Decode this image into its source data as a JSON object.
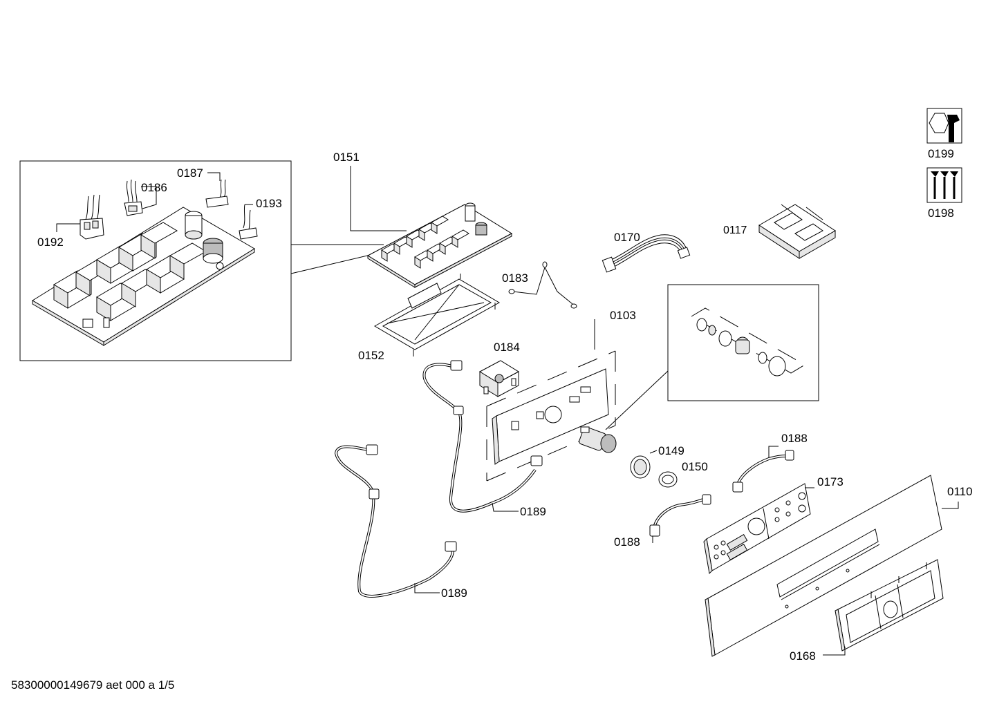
{
  "labels": {
    "p0151": "0151",
    "p0186": "0186",
    "p0187": "0187",
    "p0193": "0193",
    "p0192": "0192",
    "p0199": "0199",
    "p0198": "0198",
    "p0170": "0170",
    "p0117": "0117",
    "p0183": "0183",
    "p0103": "0103",
    "p0184": "0184",
    "p0152": "0152",
    "p0149": "0149",
    "p0150": "0150",
    "p0188a": "0188",
    "p0173": "0173",
    "p0110": "0110",
    "p0189a": "0189",
    "p0188b": "0188",
    "p0189b": "0189",
    "p0168": "0168"
  },
  "document_id": "58300000149679 aet 000 a 1/5",
  "icons": {
    "service_tool": "wrench-nut-icon",
    "screws": "screws-icon"
  }
}
